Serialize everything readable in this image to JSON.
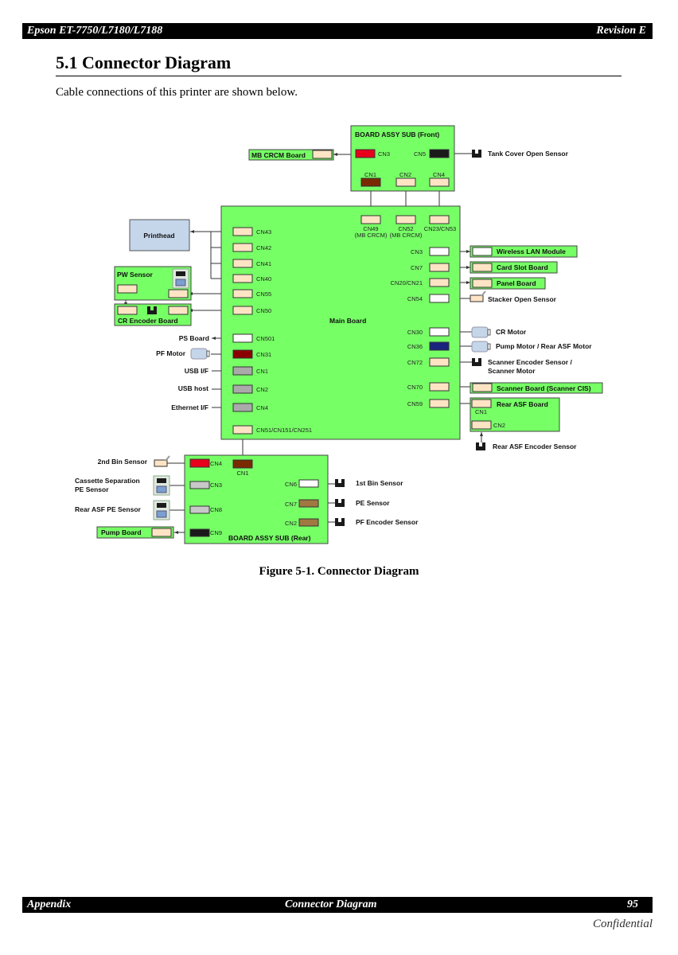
{
  "header": {
    "left": "Epson ET-7750/L7180/L7188",
    "right": "Revision E"
  },
  "title": "5.1  Connector Diagram",
  "intro": "Cable connections of this printer are shown below.",
  "colors": {
    "board": "#77ff66",
    "conn_default": "#ffe4c4",
    "red": "#e8001c",
    "brown": "#7a2a00",
    "black": "#1a1a1a",
    "gray": "#aaaaaa",
    "navy": "#1a237e",
    "tan": "#a07840",
    "printhead": "#c5d5ea"
  },
  "front": {
    "title": "BOARD ASSY SUB (Front)",
    "cn3": "CN3",
    "cn5": "CN5",
    "cn1": "CN1",
    "cn2": "CN2",
    "cn4": "CN4"
  },
  "mb_crcm": "MB CRCM Board",
  "tank_sensor": "Tank Cover Open Sensor",
  "main": {
    "title": "Main Board",
    "top": [
      "CN49",
      "CN52",
      "CN23/CN53"
    ],
    "top_sub": [
      "(MB CRCM)",
      "(MB CRCM)"
    ],
    "left": [
      "CN43",
      "CN42",
      "CN41",
      "CN40",
      "CN55",
      "CN50",
      "CN501",
      "CN31",
      "CN1",
      "CN2",
      "CN4",
      "CN51/CN151/CN251"
    ],
    "right": [
      "CN3",
      "CN7",
      "CN20/CN21",
      "CN54",
      "CN30",
      "CN36",
      "CN72",
      "CN70",
      "CN59"
    ]
  },
  "printhead": "Printhead",
  "pw_sensor": "PW Sensor",
  "cr_encoder": "CR Encoder Board",
  "left_ext": [
    "PS Board",
    "PF Motor",
    "USB I/F",
    "USB host",
    "Ethernet I/F"
  ],
  "right_ext": {
    "wireless": "Wireless LAN Module",
    "card": "Card Slot Board",
    "panel": "Panel Board",
    "stacker": "Stacker Open Sensor",
    "cr_motor": "CR Motor",
    "pump_motor": "Pump Motor / Rear ASF Motor",
    "scanner_enc1": "Scanner Encoder Sensor /",
    "scanner_enc2": "Scanner Motor",
    "scanner_board": "Scanner Board (Scanner CIS)",
    "rear_asf": "Rear ASF Board",
    "rear_asf_cn1": "CN1",
    "rear_asf_cn2": "CN2",
    "rear_asf_enc": "Rear ASF Encoder Sensor"
  },
  "rear": {
    "title": "BOARD ASSY SUB (Rear)",
    "cn4": "CN4",
    "cn1": "CN1",
    "cn3": "CN3",
    "cn8": "CN8",
    "cn9": "CN9",
    "cn6": "CN6",
    "cn7": "CN7",
    "cn2": "CN2",
    "bin2": "2nd Bin Sensor",
    "cassette1": "Cassette Separation",
    "cassette2": "PE Sensor",
    "rear_pe": "Rear ASF PE Sensor",
    "pump_board": "Pump Board",
    "bin1": "1st Bin Sensor",
    "pe": "PE Sensor",
    "pf_enc": "PF Encoder Sensor"
  },
  "caption": "Figure 5-1.  Connector Diagram",
  "footer": {
    "left": "Appendix",
    "center": "Connector Diagram",
    "page": "95",
    "confidential": "Confidential"
  }
}
